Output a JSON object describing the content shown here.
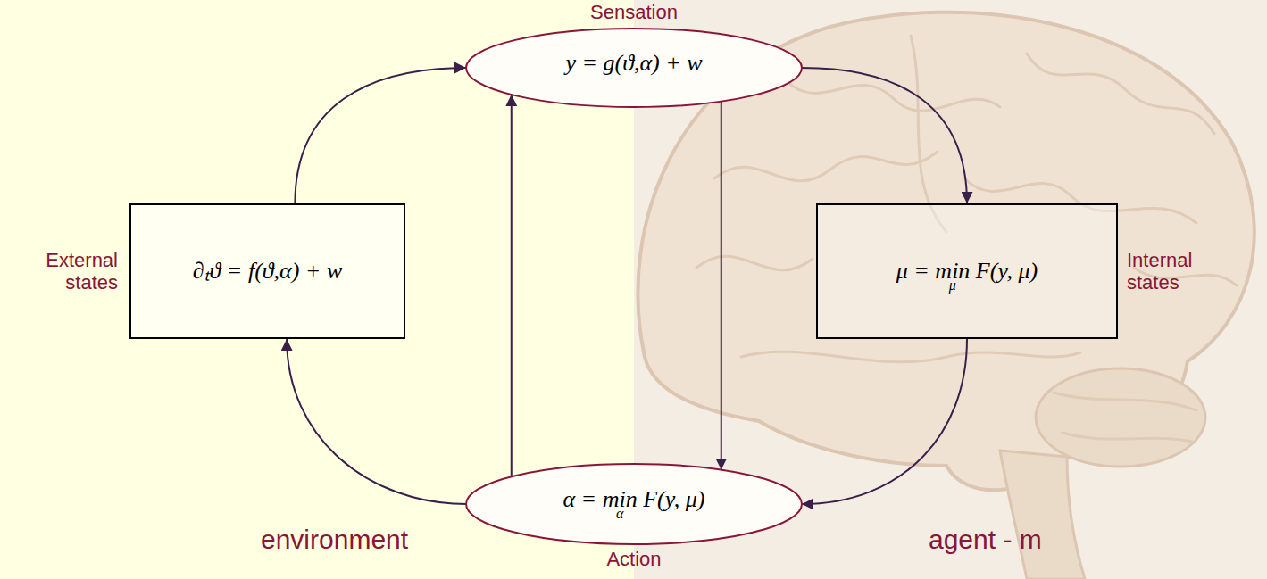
{
  "diagram": {
    "nodes": [
      {
        "text": [
          "Sensation",
          "y = g(ϑ,α) + w"
        ]
      },
      {
        "text": [
          "External states",
          "∂ₜϑ = f(ϑ,α) + w"
        ]
      },
      {
        "text": [
          "μ = min F(y, μ)",
          "Internal states"
        ]
      },
      {
        "text": [
          "α = min F(y, μ)",
          "Action"
        ]
      }
    ],
    "edges": [
      {
        "from": 1,
        "to": 0,
        "arrow": "to"
      },
      {
        "from": 0,
        "to": 2,
        "arrow": "to"
      },
      {
        "from": 2,
        "to": 3,
        "arrow": "to"
      },
      {
        "from": 3,
        "to": 1,
        "arrow": "to"
      },
      {
        "from": 3,
        "to": 0,
        "arrow": "to"
      },
      {
        "from": 0,
        "to": 3,
        "arrow": "to"
      }
    ],
    "labels": [
      "μ",
      "α",
      "environment",
      "agent - m"
    ]
  }
}
